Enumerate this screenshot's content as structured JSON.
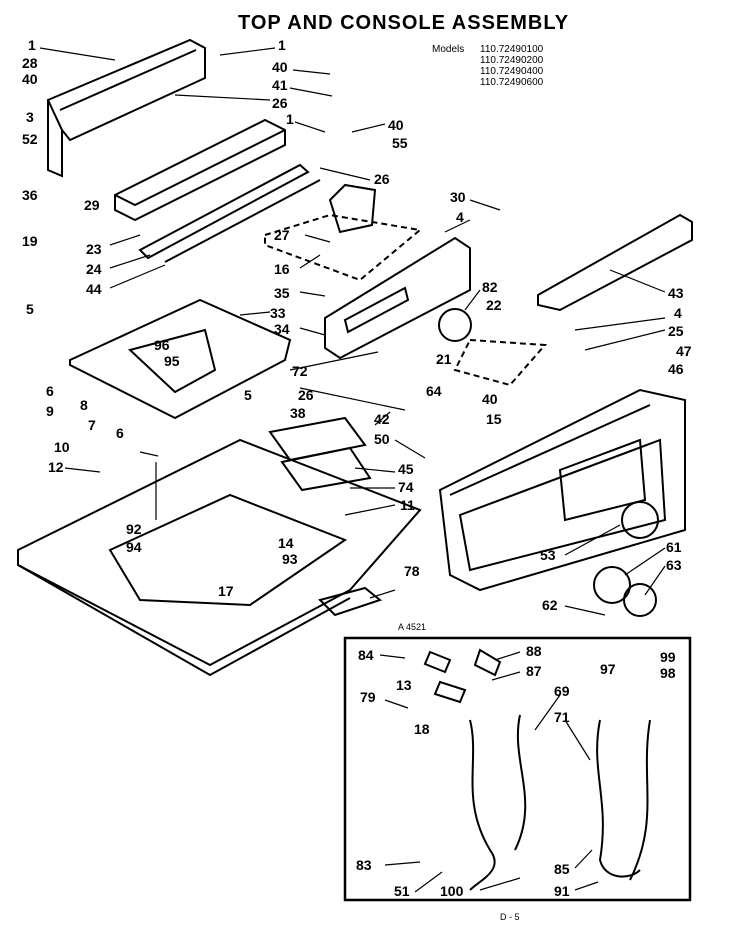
{
  "title": "TOP AND CONSOLE ASSEMBLY",
  "models_label": "Models",
  "models": [
    "110.72490100",
    "110.72490200",
    "110.72490400",
    "110.72490600"
  ],
  "footer_code": "A  4521",
  "page_number": "D - 5",
  "callouts": [
    "1",
    "28",
    "40",
    "3",
    "52",
    "36",
    "29",
    "19",
    "1",
    "40",
    "41",
    "26",
    "1",
    "40",
    "55",
    "26",
    "30",
    "4",
    "27",
    "23",
    "24",
    "44",
    "16",
    "35",
    "33",
    "34",
    "43",
    "4",
    "25",
    "82",
    "22",
    "21",
    "5",
    "96",
    "95",
    "6",
    "9",
    "8",
    "7",
    "6",
    "5",
    "72",
    "26",
    "38",
    "64",
    "40",
    "15",
    "47",
    "46",
    "42",
    "50",
    "10",
    "12",
    "45",
    "74",
    "11",
    "53",
    "92",
    "14",
    "94",
    "93",
    "17",
    "78",
    "61",
    "63",
    "62",
    "84",
    "13",
    "88",
    "87",
    "97",
    "99",
    "98",
    "69",
    "79",
    "18",
    "71",
    "83",
    "51",
    "100",
    "85",
    "91"
  ]
}
